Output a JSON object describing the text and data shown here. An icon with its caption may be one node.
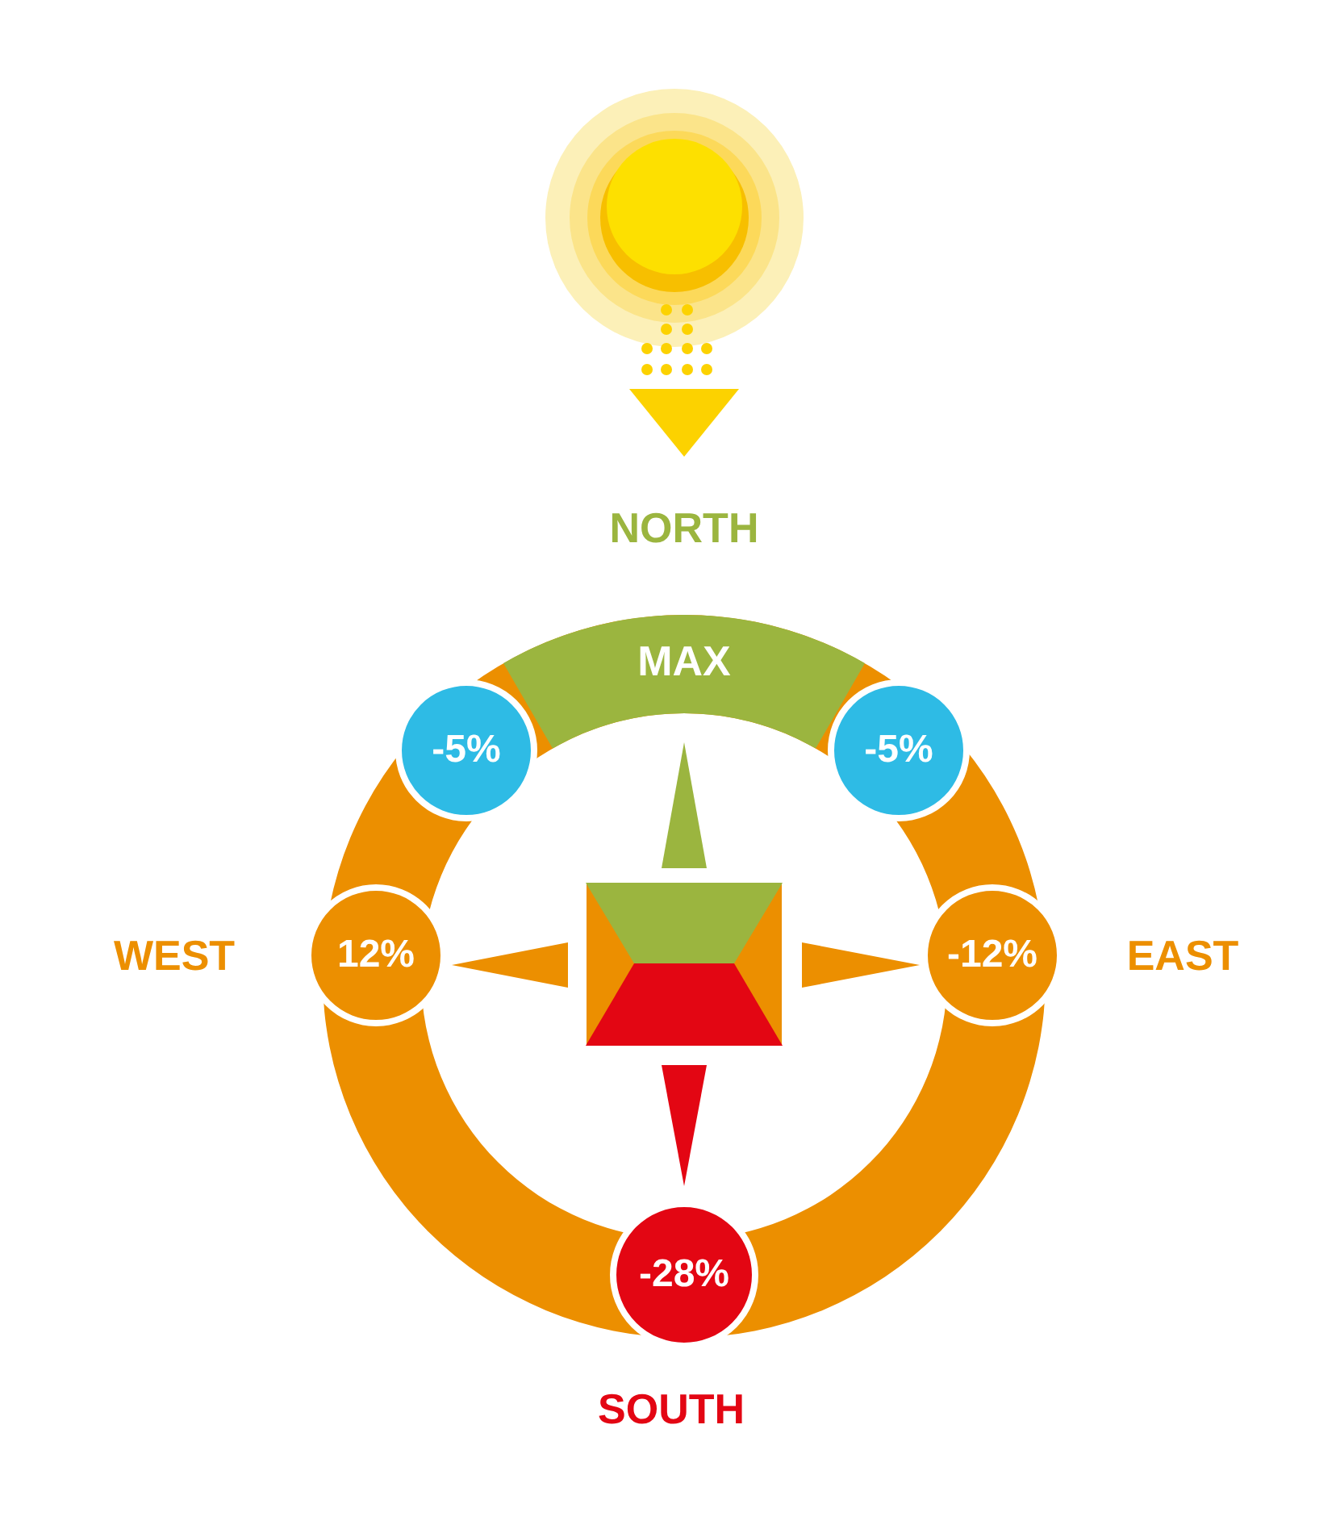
{
  "diagram": {
    "nodes": [
      {
        "text": [
          "MAX"
        ]
      },
      {
        "text": [
          "-5%"
        ]
      },
      {
        "text": [
          "-5%"
        ]
      },
      {
        "text": [
          "12%"
        ]
      },
      {
        "text": [
          "-12%"
        ]
      },
      {
        "text": [
          "-28%"
        ]
      }
    ],
    "labels": [
      "NORTH",
      "WEST",
      "EAST",
      "SOUTH"
    ]
  }
}
